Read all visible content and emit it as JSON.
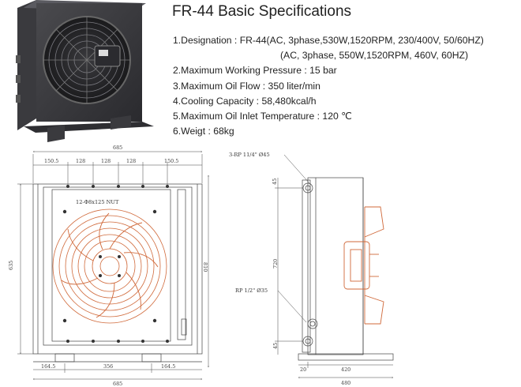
{
  "title": "FR-44 Basic Specifications",
  "specs": [
    "1.Designation : FR-44(AC, 3phase,530W,1520RPM, 230/400V, 50/60HZ)",
    "(AC, 3phase, 550W,1520RPM, 460V, 60HZ)",
    "2.Maximum Working Pressure : 15 bar",
    "3.Maximum Oil Flow : 350 liter/min",
    "4.Cooling Capacity : 58,480kcal/h",
    "5.Maximum Oil Inlet Temperature : 120 ℃",
    "6.Weigt : 68kg"
  ],
  "front_view": {
    "dims": {
      "overall_width_top": "685",
      "hole_spacing_top": [
        "150.5",
        "128",
        "128",
        "128",
        "150.5"
      ],
      "left_height": "635",
      "right_height": "810",
      "bottom_left": "164.5",
      "bottom_mid": "356",
      "bottom_right": "164.5",
      "overall_width_bottom": "685"
    },
    "note": "12-Φ8x125 NUT"
  },
  "side_view": {
    "port_top": "3-RP 11/4\" Ø45",
    "port_bottom": "RP 1/2\" Ø35",
    "dims": {
      "top_offset": "45",
      "mid_height": "720",
      "bottom_offset": "45",
      "base_left": "20",
      "base_mid": "420",
      "base_total": "480"
    }
  },
  "colors": {
    "fan_outline": "#d0693a",
    "line": "#444444",
    "text": "#222222"
  }
}
